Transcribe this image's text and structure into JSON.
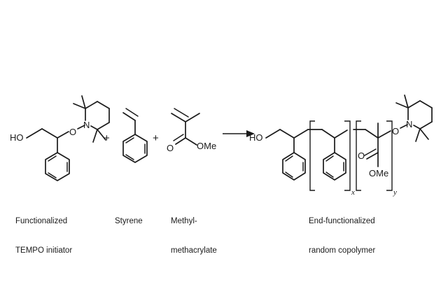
{
  "scheme": {
    "title": "Nitroxide-mediated random copolymerization scheme",
    "background_color": "#ffffff",
    "line_color": "#1a1a1a"
  },
  "reactants": [
    {
      "id": "tempo-initiator",
      "caption_line1": "Functionalized",
      "caption_line2": "TEMPO initiator",
      "atom_labels": [
        "HO",
        "O",
        "N"
      ],
      "fragments": [
        "hydroxyl",
        "benzylic CH",
        "alkoxyamine O",
        "piperidine ring",
        "four methyl groups",
        "phenyl ring"
      ]
    },
    {
      "id": "styrene",
      "caption_line1": "Styrene",
      "caption_line2": "",
      "atom_labels": [],
      "fragments": [
        "vinyl group",
        "phenyl ring"
      ]
    },
    {
      "id": "methyl-methacrylate",
      "caption_line1": "Methyl-",
      "caption_line2": "methacrylate",
      "atom_labels": [
        "O",
        "OMe"
      ],
      "fragments": [
        "vinyl group",
        "alpha methyl",
        "ester carbonyl",
        "methoxy"
      ]
    }
  ],
  "operators": {
    "plus_1": "+",
    "plus_2": "+",
    "arrow": "reaction-arrow"
  },
  "product": {
    "id": "end-functionalized-random-copolymer",
    "caption_line1": "End-functionalized",
    "caption_line2": "random copolymer",
    "atom_labels": [
      "HO",
      "O",
      "OMe",
      "O",
      "N"
    ],
    "repeat_units": [
      {
        "name": "styrene-block",
        "subscript": "x"
      },
      {
        "name": "methyl-methacrylate-block",
        "subscript": "y"
      }
    ]
  }
}
